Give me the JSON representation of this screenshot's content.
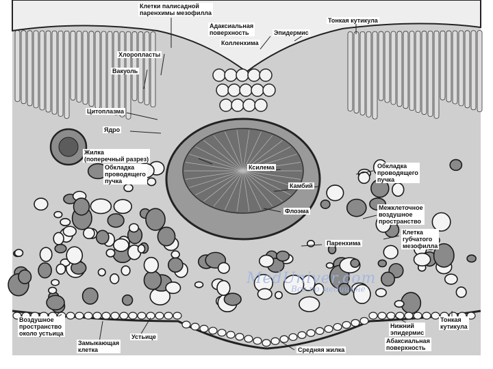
{
  "labels": {
    "palisade_cells": "Клетки палисадной\nпаренхимы мезофилла",
    "thin_cuticle_top": "Тонкая кутикула",
    "adaxial_surface": "Адаксиальная\nповерхность",
    "epidermis": "Эпидермис",
    "collenchyma": "Колленхима",
    "chloroplasts": "Хлоропласты",
    "vacuole": "Вакуоль",
    "cytoplasm": "Цитоплазма",
    "nucleus": "Ядро",
    "vein_cross_section": "Жилка\n(поперечный разрез)",
    "bundle_sheath_left": "Обкладка\nпроводящего\nпучка",
    "xylem": "Ксилема",
    "cambium": "Камбий",
    "phloem": "Флоэма",
    "bundle_sheath_right": "Обкладка\nпроводящего\nпучка",
    "intercellular_air_space": "Межклеточное\nвоздушное\nпространство",
    "parenchyma": "Паренхима",
    "spongy_mesophyll_cell": "Клетка\nгубчатого\nмезофилла",
    "air_space_near_stoma": "Воздушное\nпространство\nоколо устьица",
    "guard_cell": "Замыкающая\nклетка",
    "stoma": "Устьице",
    "midrib": "Средняя жилка",
    "lower_epidermis": "Нижний\nэпидермис",
    "abaxial_surface": "Абаксиальная\nповерхность",
    "thin_cuticle_bottom": "Тонкая\nкутикула"
  },
  "watermark": {
    "line1": "MedUniver.com",
    "line2": "Все по медицине"
  }
}
